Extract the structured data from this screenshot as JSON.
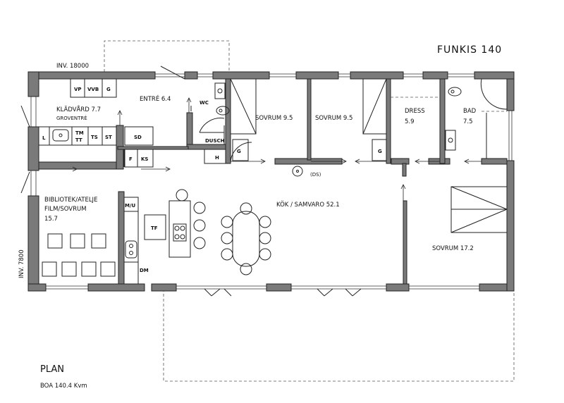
{
  "header": {
    "title": "FUNKIS 140"
  },
  "footer": {
    "plan_label": "PLAN",
    "area_label": "BOA 140.4 Kvm"
  },
  "dimensions": {
    "width_label": "INV. 18000",
    "depth_label": "INV. 7800"
  },
  "rooms": {
    "entre": "ENTRÉ 6.4",
    "kladvard": "KLÄDVÅRD 7.7",
    "groventre": "GROVENTRÉ",
    "wc": "WC",
    "dusch": "DUSCH",
    "sovrum1": "SOVRUM 9.5",
    "sovrum2": "SOVRUM 9.5",
    "dress": "DRESS",
    "dress_area": "5.9",
    "bad": "BAD",
    "bad_area": "7.5",
    "bibliotek1": "BIBLIOTEK/ATELJE",
    "bibliotek2": "FILM/SOVRUM",
    "bibliotek_area": "15.7",
    "kok": "KÖK / SAMVARO 52.1",
    "ds": "(DS)",
    "sovrum3": "SOVRUM 17.2"
  },
  "fixtures": {
    "vp": "VP",
    "vvb": "VVB",
    "g1": "G",
    "l": "L",
    "tm": "TM",
    "tt": "TT",
    "ts": "TS",
    "st": "ST",
    "sd": "SD",
    "f": "F",
    "ks": "KS",
    "h": "H",
    "g2": "G",
    "g3": "G",
    "mu": "M/U",
    "tf": "TF",
    "dm": "DM"
  }
}
